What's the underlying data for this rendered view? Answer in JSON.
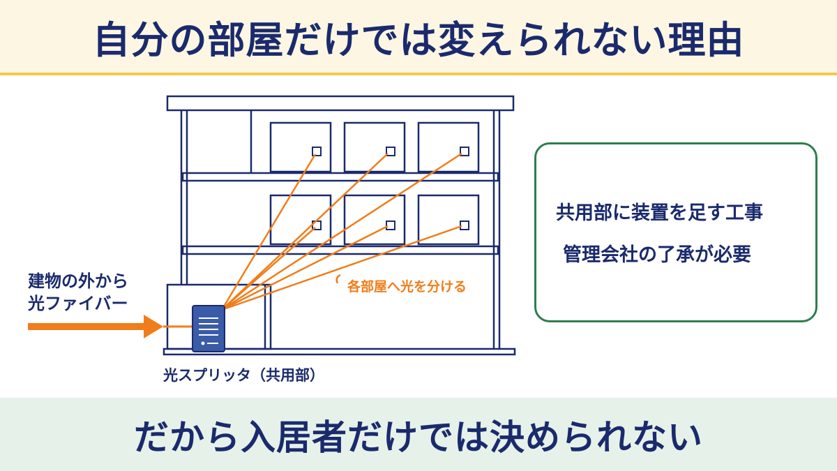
{
  "header": {
    "title": "自分の部屋だけでは変えられない理由"
  },
  "diagram": {
    "fiber_label_line1": "建物の外から",
    "fiber_label_line2": "光ファイバー",
    "split_label": "各部屋へ光を分ける",
    "splitter_caption": "光スプリッタ（共用部）",
    "accent_color": "#f07d1a",
    "line_color": "#1a2a6c",
    "device_color": "#3a5ba8"
  },
  "note": {
    "line1": "共用部に装置を足す工事",
    "line2": "管理会社の了承が必要",
    "border_color": "#2e7d4f"
  },
  "footer": {
    "title": "だから入居者だけでは決められない"
  }
}
